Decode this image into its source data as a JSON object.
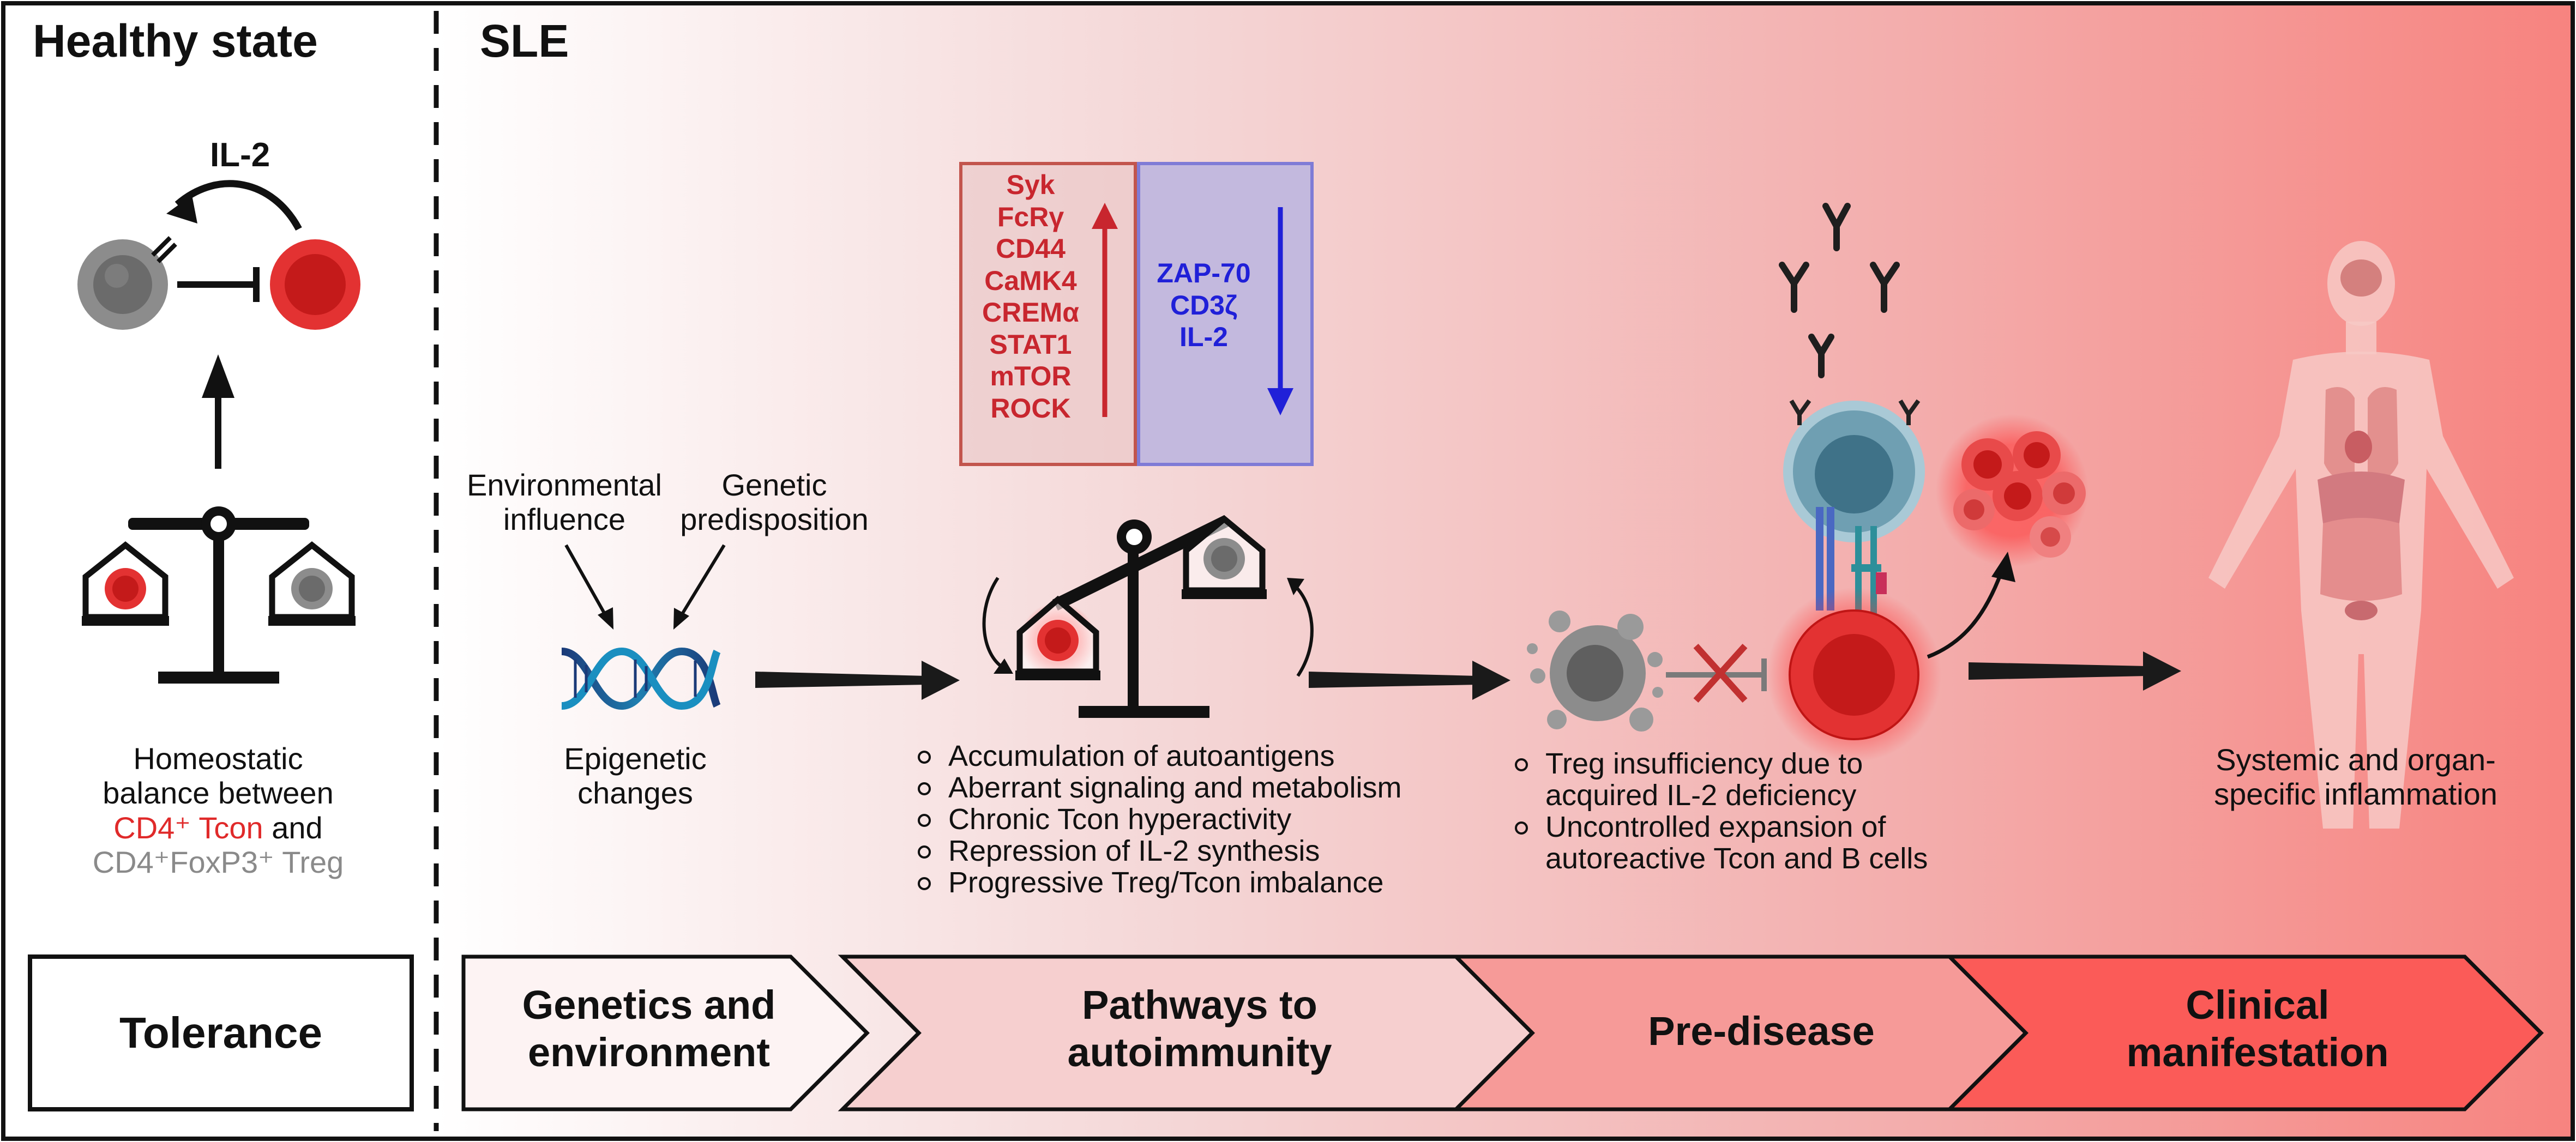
{
  "healthy": {
    "title": "Healthy state",
    "il2_label": "IL-2",
    "balance_text": [
      "Homeostatic",
      "balance between"
    ],
    "tcon_label": "CD4⁺ Tcon",
    "and_word": " and",
    "treg_label": "CD4⁺FoxP3⁺ Treg",
    "stage": "Tolerance"
  },
  "sle": {
    "title": "SLE",
    "env_label": [
      "Environmental",
      "influence"
    ],
    "gen_label": [
      "Genetic",
      "predisposition"
    ],
    "epi_label": [
      "Epigenetic",
      "changes"
    ],
    "up_molecules": [
      "Syk",
      "FcRγ",
      "CD44",
      "CaMK4",
      "CREMα",
      "STAT1",
      "mTOR",
      "ROCK"
    ],
    "down_molecules": [
      "ZAP-70",
      "CD3ζ",
      "IL-2"
    ],
    "pathway_points": [
      "Accumulation of autoantigens",
      "Aberrant signaling and metabolism",
      "Chronic Tcon hyperactivity",
      "Repression of IL-2 synthesis",
      "Progressive Treg/Tcon imbalance"
    ],
    "predisease_points": [
      [
        "Treg insufficiency due to",
        "acquired IL-2 deficiency"
      ],
      [
        "Uncontrolled expansion of",
        "autoreactive Tcon and B cells"
      ]
    ],
    "clinical_label": [
      "Systemic and organ-",
      "specific inflammation"
    ],
    "stages": [
      {
        "line1": "Genetics and",
        "line2": "environment"
      },
      {
        "line1": "Pathways to",
        "line2": "autoimmunity"
      },
      {
        "line1": "Pre-disease",
        "line2": ""
      },
      {
        "line1": "Clinical",
        "line2": "manifestation"
      }
    ]
  },
  "colors": {
    "tcon_red": "#e02a2a",
    "treg_gray": "#8a8a8a",
    "up_red": "#c8262e",
    "down_blue": "#2020d8",
    "bg_red": "#f7837f",
    "chevron_red": "#fb5b58"
  }
}
